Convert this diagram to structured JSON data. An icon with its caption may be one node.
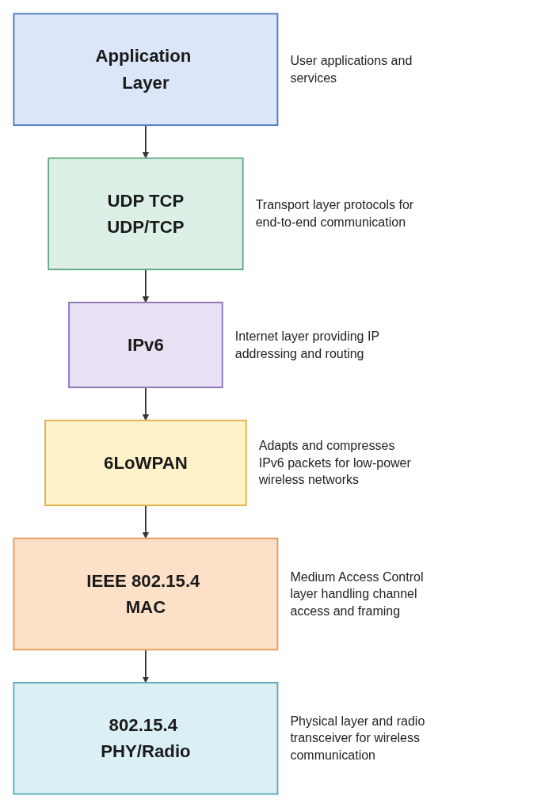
{
  "diagram": {
    "nodes": [
      {
        "text": [
          "Application Layer"
        ],
        "beside": [
          "User applications and services"
        ]
      },
      {
        "text": [
          "UDP TCP",
          "UDP/TCP"
        ],
        "beside": [
          "Transport layer protocols for end-to-end communication"
        ]
      },
      {
        "text": [
          "IPv6"
        ],
        "beside": [
          "Internet layer providing IP addressing and routing"
        ]
      },
      {
        "text": [
          "6LoWPAN"
        ],
        "beside": [
          "Adapts and compresses IPv6 packets for low-power wireless networks"
        ]
      },
      {
        "text": [
          "IEEE 802.15.4 MAC"
        ],
        "beside": [
          "Medium Access Control layer handling channel access and framing"
        ]
      },
      {
        "text": [
          "802.15.4 PHY/Radio"
        ],
        "beside": [
          "Physical layer and radio transceiver for wireless communication"
        ]
      }
    ],
    "edges": [
      {
        "from": 0,
        "to": 1,
        "arrow": "to"
      },
      {
        "from": 1,
        "to": 2,
        "arrow": "to"
      },
      {
        "from": 2,
        "to": 3,
        "arrow": "to"
      },
      {
        "from": 3,
        "to": 4,
        "arrow": "to"
      },
      {
        "from": 4,
        "to": 5,
        "arrow": "to"
      }
    ]
  }
}
